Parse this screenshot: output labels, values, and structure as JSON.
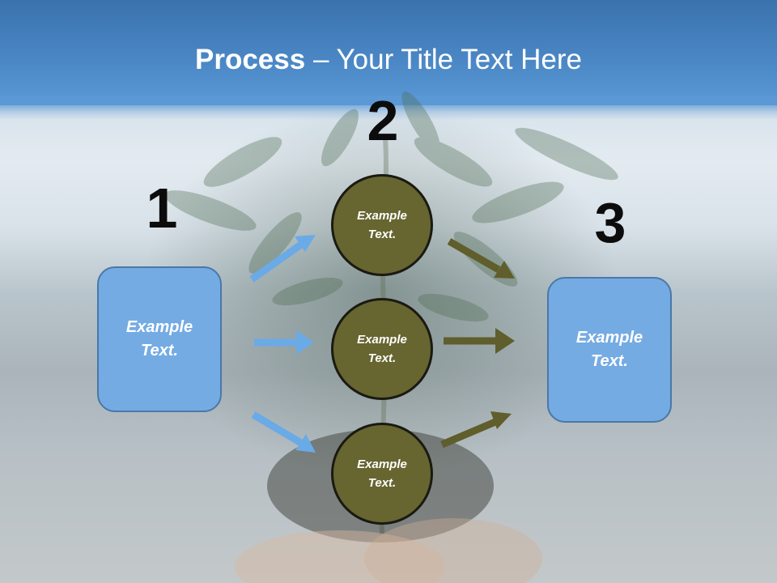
{
  "slide": {
    "title_bold": "Process",
    "title_rest": " – Your Title Text Here",
    "steps": [
      "1",
      "2",
      "3"
    ],
    "left_box": "Example Text.",
    "right_box": "Example Text.",
    "circles": [
      "Example Text.",
      "Example Text.",
      "Example Text."
    ]
  },
  "colors": {
    "blue_box": "#74abe3",
    "circle_fill": "#676530",
    "blue_arrow": "#6aaae6",
    "olive_arrow": "#5f5e2c"
  }
}
